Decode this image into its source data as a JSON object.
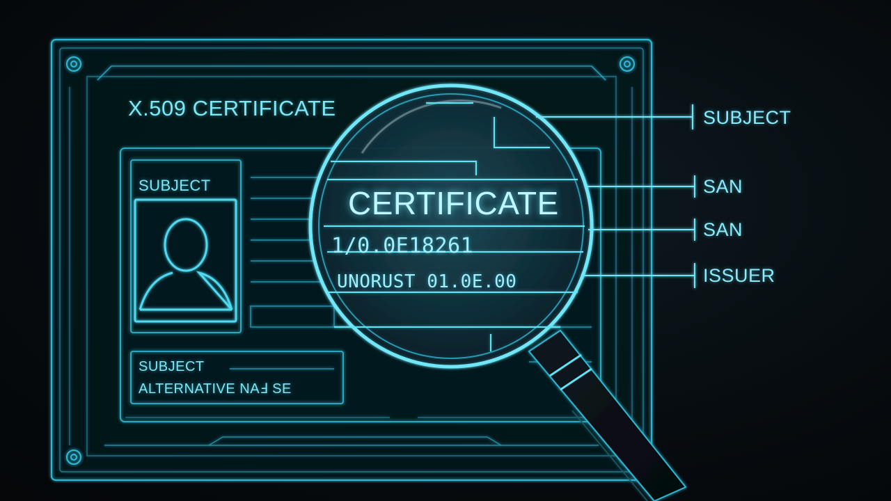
{
  "certificate": {
    "title": "X.509 CERTIFICATE",
    "subject_box_label": "SUBJECT",
    "san_box_line1": "SUBJECT",
    "san_box_line2": "ALTERNATIVE NAℲ SE"
  },
  "magnifier": {
    "title": "CERTIFICATE",
    "line1": "1/0.0E18261",
    "line2": "UNORUST 01.0E.00"
  },
  "callouts": [
    {
      "label": "SUBJECT"
    },
    {
      "label": "SAN"
    },
    {
      "label": "SAN"
    },
    {
      "label": "ISSUER"
    }
  ],
  "colors": {
    "line": "#2fb7d2",
    "glow": "#5fe3f5",
    "background": "#070c10"
  }
}
